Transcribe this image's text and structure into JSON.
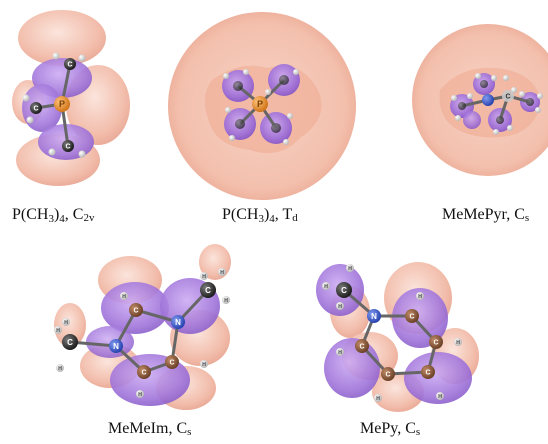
{
  "panels": [
    {
      "id": "p1",
      "caption": {
        "main": "P(CH",
        "sub1": "3",
        "mid": ")",
        "sub2": "4",
        "sep": ", ",
        "sym": "C",
        "symsub": "2v"
      }
    },
    {
      "id": "p2",
      "caption": {
        "main": "P(CH",
        "sub1": "3",
        "mid": ")",
        "sub2": "4",
        "sep": ", ",
        "sym": "T",
        "symsub": "d"
      }
    },
    {
      "id": "p3",
      "caption": {
        "main": "MeMePyr",
        "sub1": "",
        "mid": "",
        "sub2": "",
        "sep": ", ",
        "sym": "C",
        "symsub": "s"
      }
    },
    {
      "id": "p4",
      "caption": {
        "main": "MeMeIm",
        "sub1": "",
        "mid": "",
        "sub2": "",
        "sep": ", ",
        "sym": "C",
        "symsub": "s"
      }
    },
    {
      "id": "p5",
      "caption": {
        "main": "MePy",
        "sub1": "",
        "mid": "",
        "sub2": "",
        "sep": ", ",
        "sym": "C",
        "symsub": "s"
      }
    }
  ],
  "atom_labels": {
    "phosphorus": "P",
    "carbon": "C",
    "hydrogen": "H",
    "nitrogen": "N"
  },
  "colors": {
    "lobe_positive": "#f2b9a6",
    "lobe_negative": "#9a6bd8",
    "carbon": "#8b5a3c",
    "methyl_carbon": "#3a3a3a",
    "nitrogen": "#3b5fd6",
    "phosphorus": "#e8922b",
    "hydrogen": "#f4f4f4"
  }
}
